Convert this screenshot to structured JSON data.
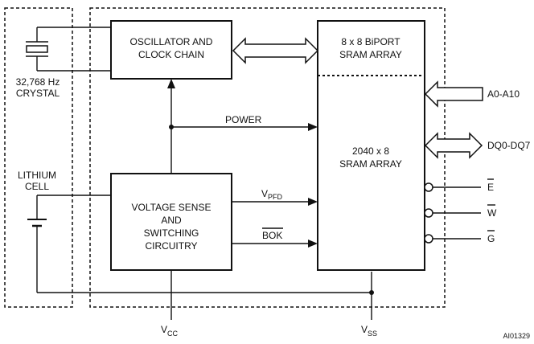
{
  "blocks": {
    "oscillator": [
      "OSCILLATOR AND",
      "CLOCK CHAIN"
    ],
    "biport": [
      "8 x 8 BiPORT",
      "SRAM ARRAY"
    ],
    "sram": [
      "2040 x 8",
      "SRAM ARRAY"
    ],
    "voltage_sense": [
      "VOLTAGE SENSE",
      "AND",
      "SWITCHING",
      "CIRCUITRY"
    ]
  },
  "components": {
    "crystal": [
      "32,768 Hz",
      "CRYSTAL"
    ],
    "battery": [
      "LITHIUM",
      "CELL"
    ]
  },
  "signals": {
    "power": "POWER",
    "vpfd_main": "V",
    "vpfd_sub": "PFD",
    "bok": "BOK",
    "address": "A0-A10",
    "data": "DQ0-DQ7",
    "e": "E",
    "w": "W",
    "g": "G",
    "vcc_main": "V",
    "vcc_sub": "CC",
    "vss_main": "V",
    "vss_sub": "SS"
  },
  "figure_id": "AI01329"
}
